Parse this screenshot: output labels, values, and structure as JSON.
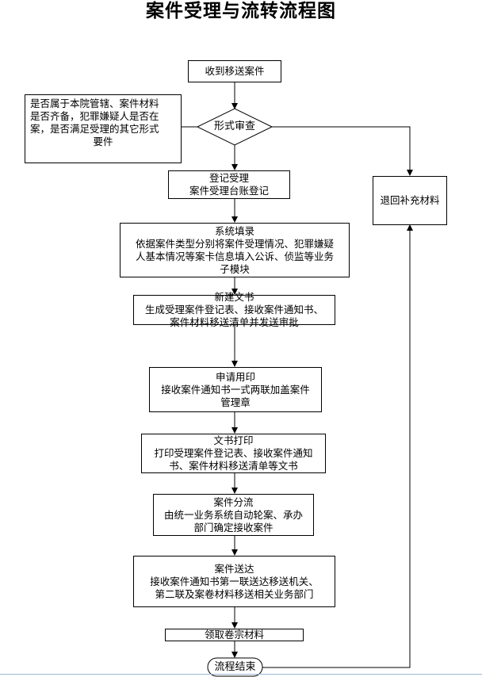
{
  "title": "案件受理与流转流程图",
  "nodes": {
    "receive": "收到移送案件",
    "review": "形式审查",
    "note": [
      "是否属于本院管辖、案件材料",
      "是否齐备，犯罪嫌疑人是否在",
      "案，是否满足受理的其它形式",
      "要件"
    ],
    "return": "退回补充材料",
    "register": [
      "登记受理",
      "案件受理台账登记"
    ],
    "system": [
      "系统填录",
      "依据案件类型分别将案件受理情况、犯罪嫌疑",
      "人基本情况等案卡信息填入公诉、侦监等业务",
      "子模块"
    ],
    "docs": [
      "新建文书",
      "生成受理案件登记表、接收案件通知书、",
      "案件材料移送清单并发送审批"
    ],
    "seal": [
      "申请用印",
      "接收案件通知书一式两联加盖案件",
      "管理章"
    ],
    "print": [
      "文书打印",
      "打印受理案件登记表、接收案件通知",
      "书、案件材料移送清单等文书"
    ],
    "divert": [
      "案件分流",
      "由统一业务系统自动轮案、承办",
      "部门确定接收案件"
    ],
    "deliver": [
      "案件送达",
      "接收案件通知书第一联送达移送机关、",
      "第二联及案卷材料移送相关业务部门"
    ],
    "collect": "领取卷宗材料",
    "end": "流程结束"
  }
}
